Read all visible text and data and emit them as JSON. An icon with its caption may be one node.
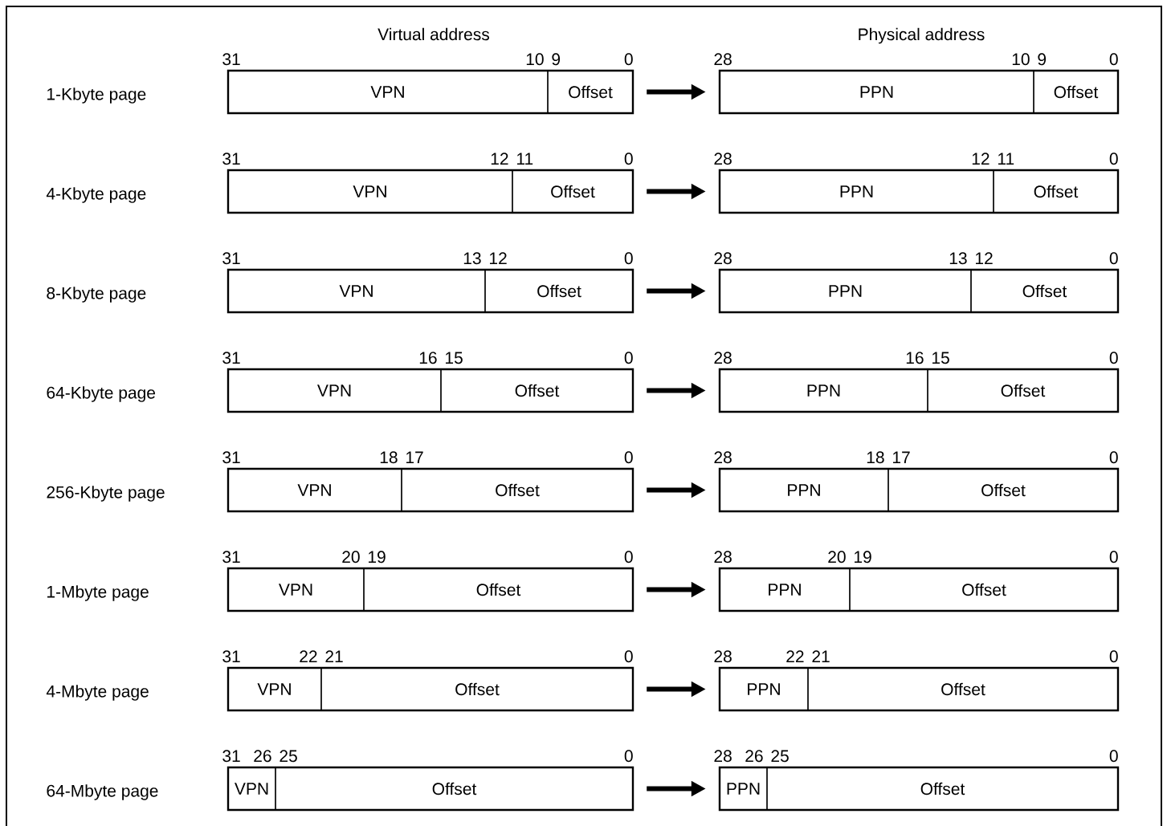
{
  "diagram": {
    "nodes": [
      {
        "text": [],
        "shape": "box"
      },
      {
        "text": [
          "VPN"
        ],
        "in": 0
      },
      {
        "text": [
          "Offset"
        ],
        "in": 0
      },
      {
        "text": [],
        "shape": "box"
      },
      {
        "text": [
          "PPN"
        ],
        "in": 3
      },
      {
        "text": [
          "Offset"
        ],
        "in": 3
      },
      {
        "text": [],
        "shape": "box"
      },
      {
        "text": [
          "VPN"
        ],
        "in": 6
      },
      {
        "text": [
          "Offset"
        ],
        "in": 6
      },
      {
        "text": [],
        "shape": "box"
      },
      {
        "text": [
          "PPN"
        ],
        "in": 9
      },
      {
        "text": [
          "Offset"
        ],
        "in": 9
      },
      {
        "text": [],
        "shape": "box"
      },
      {
        "text": [
          "VPN"
        ],
        "in": 12
      },
      {
        "text": [
          "Offset"
        ],
        "in": 12
      },
      {
        "text": [],
        "shape": "box"
      },
      {
        "text": [
          "PPN"
        ],
        "in": 15
      },
      {
        "text": [
          "Offset"
        ],
        "in": 15
      },
      {
        "text": [],
        "shape": "box"
      },
      {
        "text": [
          "VPN"
        ],
        "in": 18
      },
      {
        "text": [
          "Offset"
        ],
        "in": 18
      },
      {
        "text": [],
        "shape": "box"
      },
      {
        "text": [
          "PPN"
        ],
        "in": 21
      },
      {
        "text": [
          "Offset"
        ],
        "in": 21
      },
      {
        "text": [],
        "shape": "box"
      },
      {
        "text": [
          "VPN"
        ],
        "in": 24
      },
      {
        "text": [
          "Offset"
        ],
        "in": 24
      },
      {
        "text": [],
        "shape": "box"
      },
      {
        "text": [
          "PPN"
        ],
        "in": 27
      },
      {
        "text": [
          "Offset"
        ],
        "in": 27
      },
      {
        "text": [],
        "shape": "box"
      },
      {
        "text": [
          "VPN"
        ],
        "in": 30
      },
      {
        "text": [
          "Offset"
        ],
        "in": 30
      },
      {
        "text": [],
        "shape": "box"
      },
      {
        "text": [
          "PPN"
        ],
        "in": 33
      },
      {
        "text": [
          "Offset"
        ],
        "in": 33
      },
      {
        "text": [],
        "shape": "box"
      },
      {
        "text": [
          "VPN"
        ],
        "in": 36
      },
      {
        "text": [
          "Offset"
        ],
        "in": 36
      },
      {
        "text": [],
        "shape": "box"
      },
      {
        "text": [
          "PPN"
        ],
        "in": 39
      },
      {
        "text": [
          "Offset"
        ],
        "in": 39
      },
      {
        "text": [],
        "shape": "box"
      },
      {
        "text": [
          "VPN"
        ],
        "in": 42
      },
      {
        "text": [
          "Offset"
        ],
        "in": 42
      },
      {
        "text": [],
        "shape": "box"
      },
      {
        "text": [
          "PPN"
        ],
        "in": 45
      },
      {
        "text": [
          "Offset"
        ],
        "in": 45
      }
    ],
    "edges": [
      {
        "from": 0,
        "to": 3,
        "arrow": "to"
      },
      {
        "from": 6,
        "to": 9,
        "arrow": "to"
      },
      {
        "from": 12,
        "to": 15,
        "arrow": "to"
      },
      {
        "from": 18,
        "to": 21,
        "arrow": "to"
      },
      {
        "from": 24,
        "to": 27,
        "arrow": "to"
      },
      {
        "from": 30,
        "to": 33,
        "arrow": "to"
      },
      {
        "from": 36,
        "to": 39,
        "arrow": "to"
      },
      {
        "from": 42,
        "to": 45,
        "arrow": "to"
      }
    ],
    "labels": [
      "Virtual address",
      "Physical address",
      "31",
      "10",
      "9",
      "0",
      "28",
      "10",
      "9",
      "0",
      "1-Kbyte page",
      "31",
      "12",
      "11",
      "0",
      "28",
      "12",
      "11",
      "0",
      "4-Kbyte page",
      "31",
      "13",
      "12",
      "0",
      "28",
      "13",
      "12",
      "0",
      "8-Kbyte page",
      "31",
      "16",
      "15",
      "0",
      "28",
      "16",
      "15",
      "0",
      "64-Kbyte page",
      "31",
      "18",
      "17",
      "0",
      "28",
      "18",
      "17",
      "0",
      "256-Kbyte page",
      "31",
      "20",
      "19",
      "0",
      "28",
      "20",
      "19",
      "0",
      "1-Mbyte page",
      "31",
      "22",
      "21",
      "0",
      "28",
      "22",
      "21",
      "0",
      "4-Mbyte page",
      "31",
      "26",
      "25",
      "0",
      "28",
      "26",
      "25",
      "0",
      "64-Mbyte page"
    ]
  }
}
